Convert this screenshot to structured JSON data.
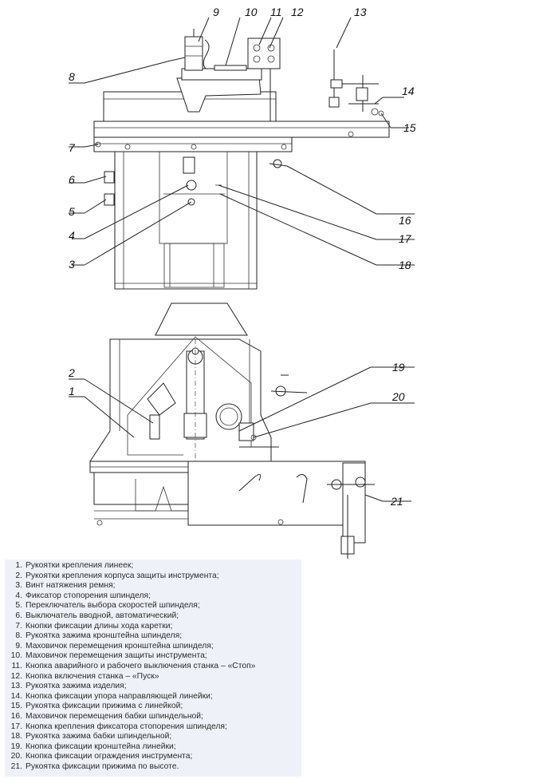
{
  "top_view_labels": [
    "9",
    "10",
    "11",
    "12",
    "13",
    "8",
    "14",
    "15",
    "7",
    "6",
    "5",
    "16",
    "4",
    "17",
    "3",
    "18"
  ],
  "bottom_view_labels": [
    "19",
    "2",
    "20",
    "1",
    "21"
  ],
  "legend": [
    {
      "num": "1.",
      "text": "Рукоятки крепления линеек;"
    },
    {
      "num": "2.",
      "text": "Рукоятки крепления корпуса защиты инструмента;"
    },
    {
      "num": "3.",
      "text": "Винт натяжения ремня;"
    },
    {
      "num": "4.",
      "text": "Фиксатор стопорения шпинделя;"
    },
    {
      "num": "5.",
      "text": "Переключатель выбора скоростей шпинделя;"
    },
    {
      "num": "6.",
      "text": "Выключатель вводной, автоматический;"
    },
    {
      "num": "7.",
      "text": "Кнопки фиксации длины хода каретки;"
    },
    {
      "num": "8.",
      "text": "Рукоятка зажима кронштейна шпинделя;"
    },
    {
      "num": "9.",
      "text": "Маховичок перемещения кронштейна шпинделя;"
    },
    {
      "num": "10.",
      "text": "Маховичок перемещения защиты инструмента;"
    },
    {
      "num": "11.",
      "text": "Кнопка аварийного и рабочего выключения станка – «Стоп»"
    },
    {
      "num": "12.",
      "text": "Кнопка включения станка – «Пуск»"
    },
    {
      "num": "13.",
      "text": "Рукоятка зажима изделия;"
    },
    {
      "num": "14.",
      "text": "Кнопка фиксации упора направляющей линейки;"
    },
    {
      "num": "15.",
      "text": "Рукоятка фиксации прижима с линейкой;"
    },
    {
      "num": "16.",
      "text": "Маховичок перемещения бабки шпиндельной;"
    },
    {
      "num": "17.",
      "text": "Кнопка крепления фиксатора стопорения шпинделя;"
    },
    {
      "num": "18.",
      "text": "Рукоятка зажима бабки шпиндельной;"
    },
    {
      "num": "19.",
      "text": "Кнопка фиксации кронштейна линейки;"
    },
    {
      "num": "20.",
      "text": "Кнопка фиксации ограждения инструмента;"
    },
    {
      "num": "21.",
      "text": "Рукоятка фиксации прижима по высоте."
    }
  ]
}
